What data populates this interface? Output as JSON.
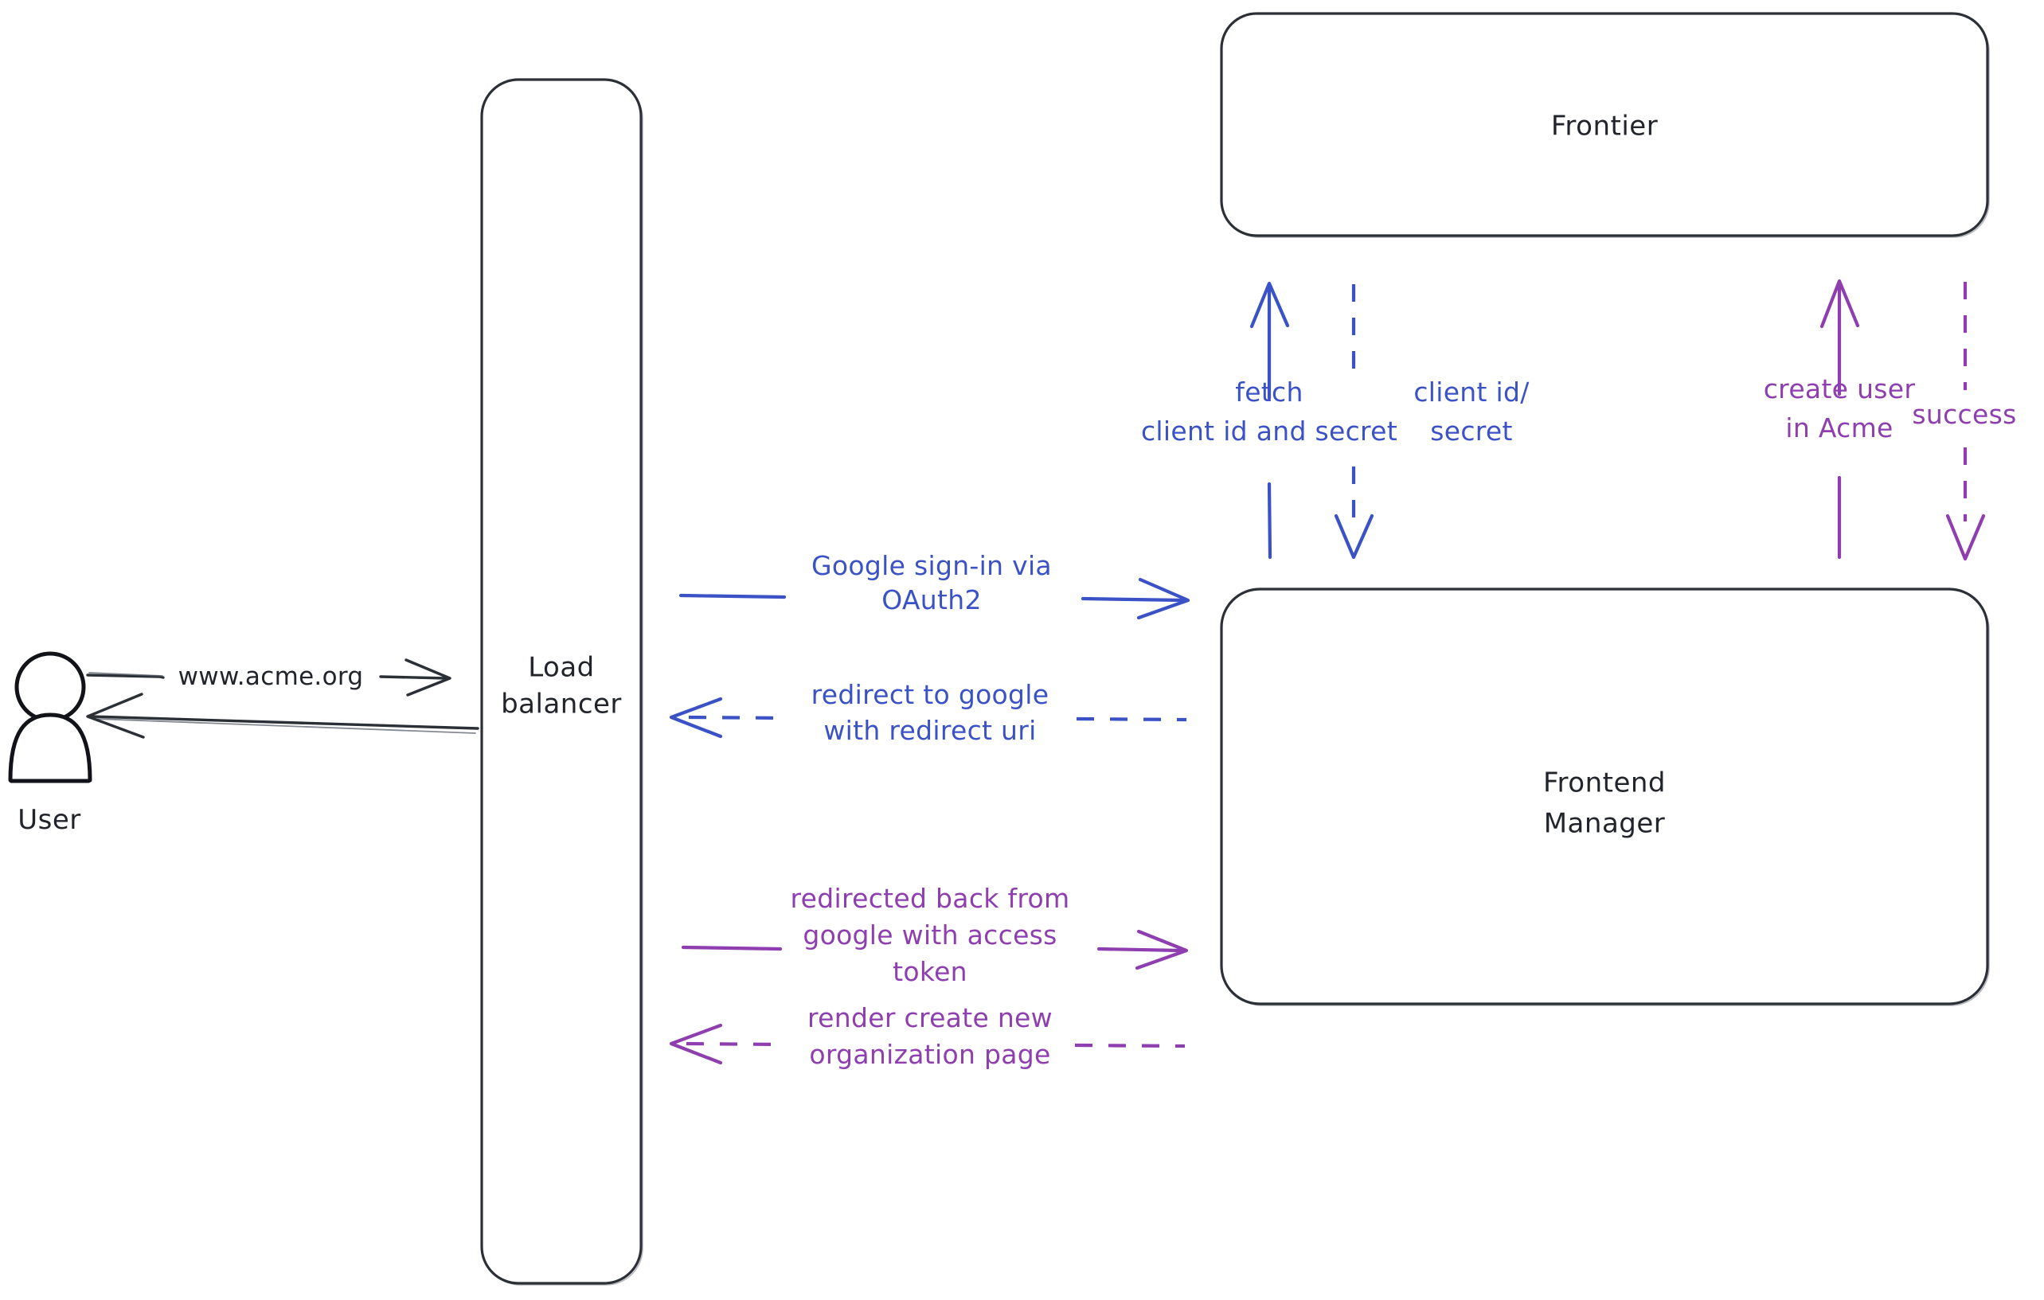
{
  "diagram": {
    "title": "Acme Google OAuth2 sign-in flow",
    "background": "#ffffff",
    "colors": {
      "dark": "#2b2f36",
      "blue": "#3a52c6",
      "purple": "#8e3eaf",
      "node_fill": "#ffffff",
      "hatch": "#c3cbd8"
    }
  },
  "actor": {
    "name": "user-actor",
    "label": "User"
  },
  "nodes": [
    {
      "id": "load-balancer",
      "label_line1": "Load",
      "label_line2": "balancer"
    },
    {
      "id": "frontier",
      "label": "Frontier"
    },
    {
      "id": "frontend-manager",
      "label_line1": "Frontend",
      "label_line2": "Manager"
    }
  ],
  "edges": {
    "user_to_lb": {
      "label": "www.acme.org",
      "color": "#2b2f36",
      "style": "solid",
      "direction": "right"
    },
    "lb_to_user": {
      "label": "",
      "color": "#2b2f36",
      "style": "solid",
      "direction": "left"
    },
    "lb_to_fm_signin": {
      "label_line1": "Google sign-in via",
      "label_line2": "OAuth2",
      "color": "#3a52c6",
      "style": "solid",
      "direction": "right"
    },
    "fm_to_lb_redirect": {
      "label_line1": "redirect to google",
      "label_line2": "with redirect uri",
      "color": "#3a52c6",
      "style": "dashed",
      "direction": "left"
    },
    "lb_to_fm_token": {
      "label_line1": "redirected back from",
      "label_line2": "google with access",
      "label_line3": "token",
      "color": "#8e3eaf",
      "style": "solid",
      "direction": "right"
    },
    "fm_to_lb_render": {
      "label_line1": "render create new",
      "label_line2": "organization page",
      "color": "#8e3eaf",
      "style": "dashed",
      "direction": "left"
    },
    "fm_to_frontier_fetch": {
      "label_line1": "fetch",
      "label_line2": "client id and secret",
      "color": "#3a52c6",
      "style": "solid",
      "direction": "up"
    },
    "frontier_to_fm_creds": {
      "label_line1": "client id/",
      "label_line2": "secret",
      "color": "#3a52c6",
      "style": "dashed",
      "direction": "down"
    },
    "fm_to_frontier_create": {
      "label_line1": "create user",
      "label_line2": "in Acme",
      "color": "#8e3eaf",
      "style": "solid",
      "direction": "up"
    },
    "frontier_to_fm_success": {
      "label": "success",
      "color": "#8e3eaf",
      "style": "dashed",
      "direction": "down"
    }
  }
}
